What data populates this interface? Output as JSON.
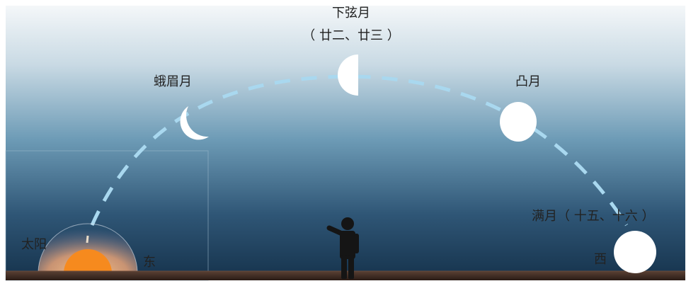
{
  "colors": {
    "sky_top": "#f3f6f8",
    "sky_mid": "#7fa9c2",
    "sky_bottom": "#1b3a57",
    "ground": "#3b2a22",
    "orbit_dash": "#a9d8ef",
    "sun": "#f68a1e",
    "sun_glow": "#f7b26b",
    "moon": "#ffffff",
    "person": "#151515"
  },
  "phases": [
    {
      "id": "waxing-crescent",
      "label": "蛾眉月",
      "sub": ""
    },
    {
      "id": "last-quarter",
      "label": "下弦月",
      "sub": "（ 廿二、廿三 ）"
    },
    {
      "id": "gibbous",
      "label": "凸月",
      "sub": ""
    },
    {
      "id": "full-moon",
      "label": "满月（ 十五、十六 ）",
      "sub": ""
    }
  ],
  "sun": {
    "label": "太阳"
  },
  "directions": {
    "east": "东",
    "west": "西"
  },
  "icons": {
    "person": "person-pointing-icon",
    "sun": "rising-sun-icon"
  }
}
